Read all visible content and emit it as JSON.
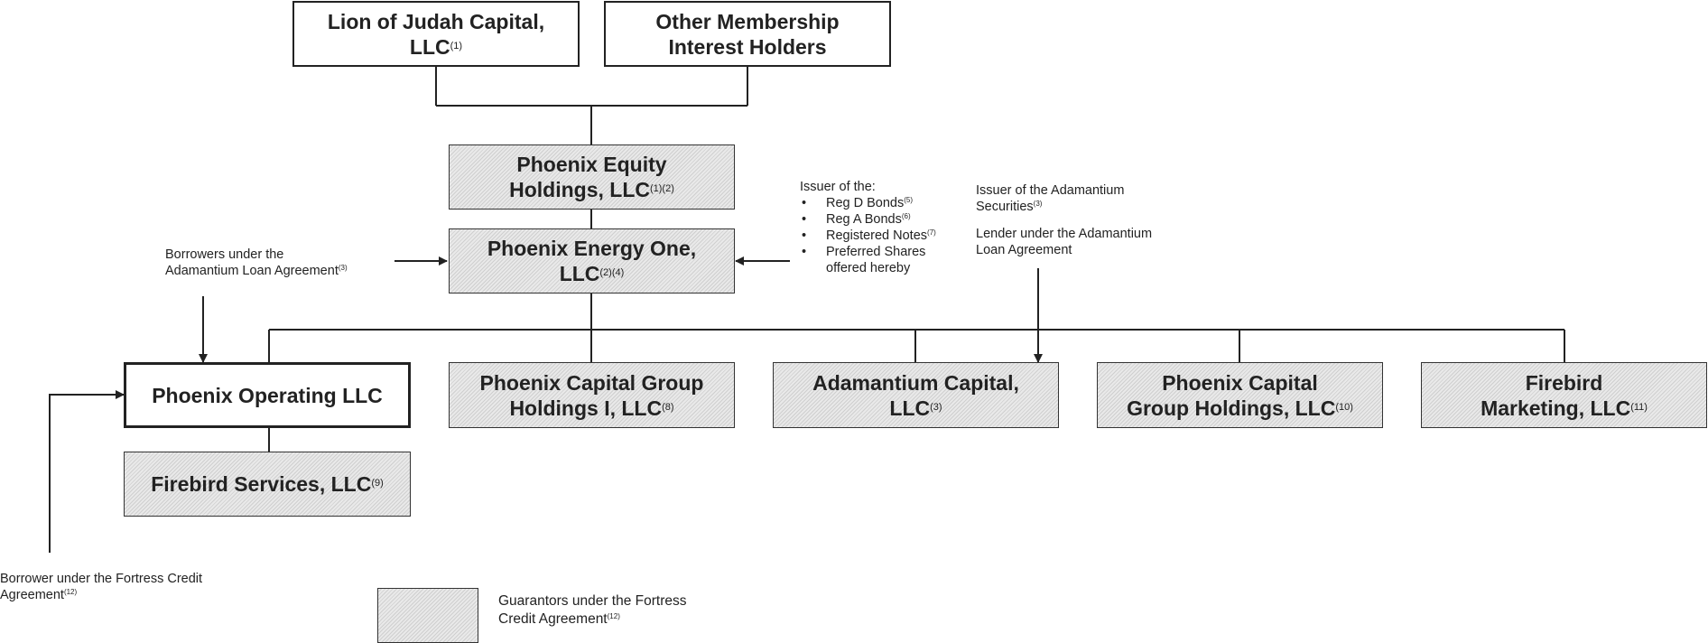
{
  "nodes": {
    "lion": {
      "name": "Lion of Judah Capital,",
      "name2": "LLC",
      "notes": "(1)"
    },
    "other": {
      "name": "Other Membership",
      "name2": "Interest Holders"
    },
    "equity": {
      "name": "Phoenix Equity",
      "name2": "Holdings, LLC",
      "notes": "(1)(2)"
    },
    "energy": {
      "name": "Phoenix Energy One,",
      "name2": "LLC",
      "notes": "(2)(4)"
    },
    "operating": {
      "name": "Phoenix Operating LLC"
    },
    "capital_group_i": {
      "name": "Phoenix Capital Group",
      "name2": "Holdings I, LLC",
      "notes": "(8)"
    },
    "adamantium": {
      "name": "Adamantium Capital,",
      "name2": "LLC",
      "notes": "(3)"
    },
    "capital_group": {
      "name": "Phoenix Capital",
      "name2": "Group Holdings, LLC",
      "notes": "(10)"
    },
    "marketing": {
      "name": "Firebird",
      "name2": "Marketing, LLC",
      "notes": "(11)"
    },
    "services": {
      "name": "Firebird Services, LLC",
      "notes": "(9)"
    }
  },
  "annotations": {
    "issuer": {
      "heading": "Issuer of the:",
      "items": [
        {
          "text": "Reg D Bonds",
          "note": "(5)"
        },
        {
          "text": "Reg A Bonds",
          "note": "(6)"
        },
        {
          "text": "Registered Notes",
          "note": "(7)"
        },
        {
          "text": "Preferred Shares"
        }
      ],
      "items_continuation": "offered hereby"
    },
    "adamantium_issuer": {
      "line1": "Issuer of the Adamantium",
      "line2": "Securities",
      "note": "(3)"
    },
    "adamantium_lender": {
      "line1": "Lender under the Adamantium",
      "line2": "Loan Agreement"
    },
    "borrowers": {
      "line1": "Borrowers under the",
      "line2": "Adamantium Loan Agreement",
      "note": "(3)"
    },
    "fortress_borrower": {
      "line1": "Borrower under the Fortress Credit",
      "line2": "Agreement",
      "note": "(12)"
    }
  },
  "legend": {
    "line1": "Guarantors under the Fortress",
    "line2": "Credit Agreement",
    "note": "(12)"
  },
  "colors": {
    "line": "#222222",
    "hatch_light": "#e9e9e9",
    "hatch_dark": "#cfcfcf"
  }
}
